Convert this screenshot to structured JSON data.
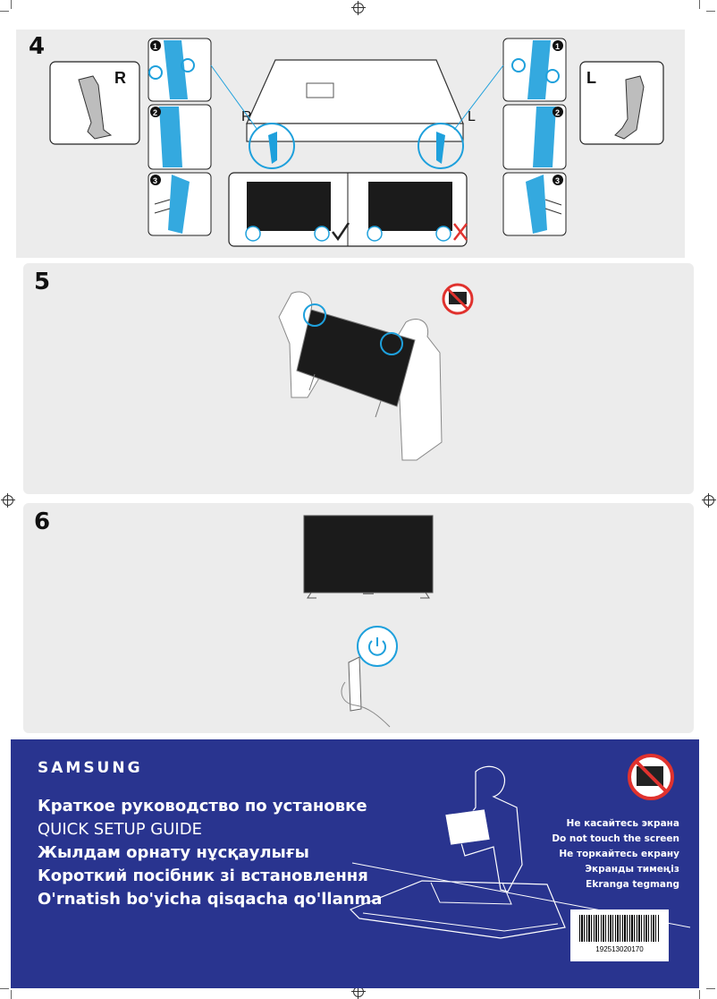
{
  "steps": {
    "step4": {
      "number": "4",
      "right_label": "R",
      "left_label": "L",
      "tv_right_label": "R",
      "tv_left_label": "L",
      "sub_steps": [
        "1",
        "2",
        "3"
      ]
    },
    "step5": {
      "number": "5"
    },
    "step6": {
      "number": "6"
    }
  },
  "cover": {
    "brand": "SAMSUNG",
    "titles": [
      "Краткое руководство по установке",
      "QUICK SETUP GUIDE",
      "Жылдам орнату нұсқаулығы",
      "Короткий посібник зі встановлення",
      "O'rnatish bo'yicha qisqacha qo'llanma"
    ],
    "warnings": [
      "Не касайтесь экрана",
      "Do not touch the screen",
      "Не торкайтесь екрану",
      "Экранды тимеңіз",
      "Ekranga tegmang"
    ],
    "barcode_number": "192513020170"
  },
  "colors": {
    "accent_blue": "#1ea0dc",
    "cover_blue": "#29348f",
    "panel_gray": "#ececec",
    "check": "#222222",
    "cross": "#e0322e",
    "warning_red": "#e0322e"
  },
  "icons": [
    "registration-mark-icon",
    "check-icon",
    "cross-icon",
    "no-touch-screen-icon",
    "power-icon"
  ]
}
